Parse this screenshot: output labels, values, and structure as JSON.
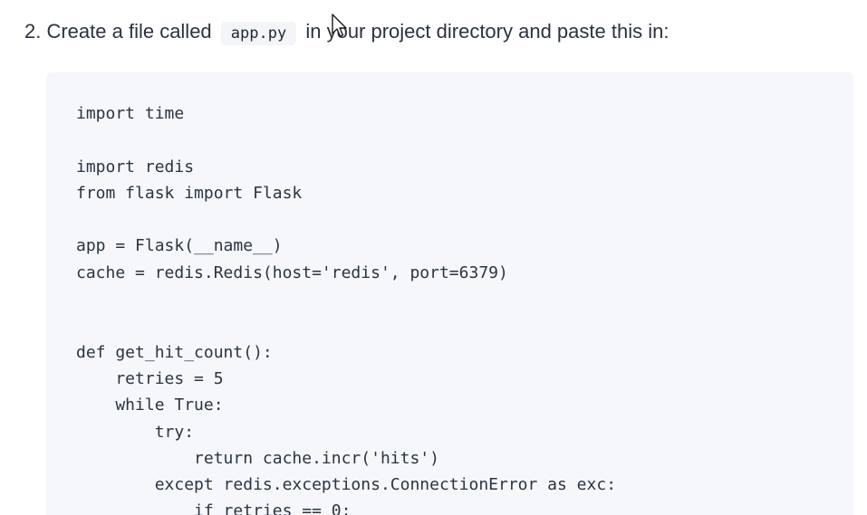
{
  "instruction": {
    "prefix": "2. Create a file called",
    "filename": "app.py",
    "suffix": "in your project directory and paste this in:"
  },
  "code": {
    "lines": [
      "import time",
      "",
      "import redis",
      "from flask import Flask",
      "",
      "app = Flask(__name__)",
      "cache = redis.Redis(host='redis', port=6379)",
      "",
      "",
      "def get_hit_count():",
      "    retries = 5",
      "    while True:",
      "        try:",
      "            return cache.incr('hits')",
      "        except redis.exceptions.ConnectionError as exc:",
      "            if retries == 0:"
    ]
  },
  "icons": {
    "pointer": "mouse-cursor-icon"
  }
}
